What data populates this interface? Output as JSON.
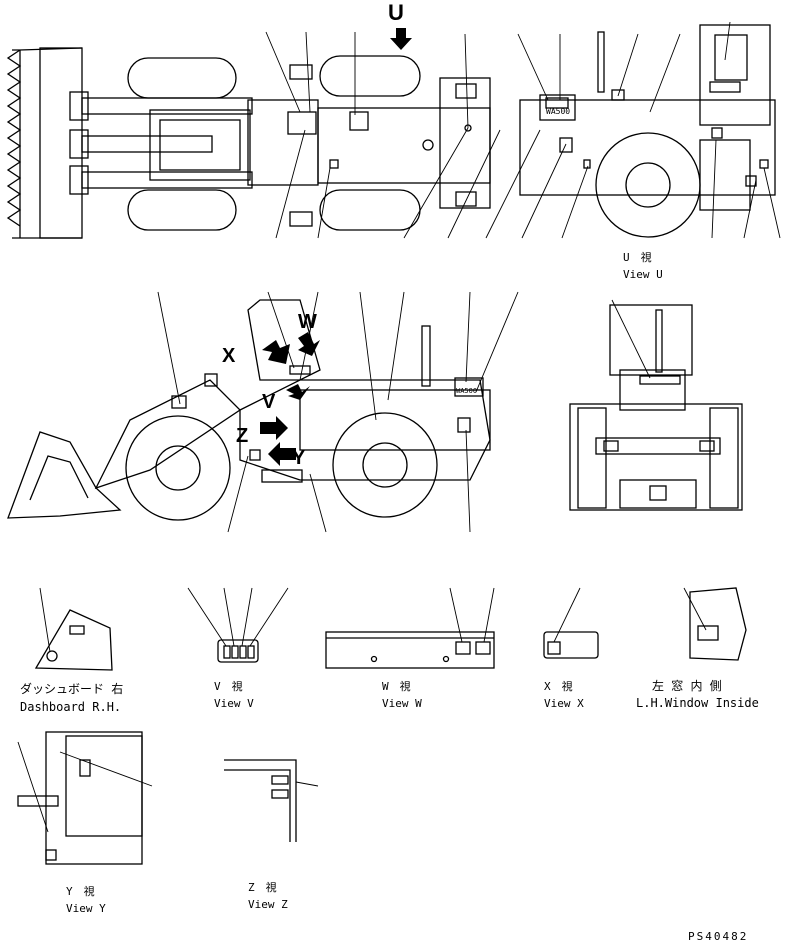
{
  "letters": {
    "u": "U",
    "w": "W",
    "x": "X",
    "v": "V",
    "z": "Z",
    "y": "Y"
  },
  "plates": {
    "model_top": "WA500",
    "model_side": "WA500"
  },
  "captions": {
    "view_u_jp": "U　視",
    "view_u_en": "View U",
    "dash_jp": "ダッシュボード 右",
    "dash_en": "Dashboard R.H.",
    "view_v_jp": "V　視",
    "view_v_en": "View V",
    "view_w_jp": "W　視",
    "view_w_en": "View W",
    "view_x_jp": "X　視",
    "view_x_en": "View X",
    "window_jp": "左 窓 内 側",
    "window_en": "L.H.Window Inside",
    "view_y_jp": "Y　視",
    "view_y_en": "View Y",
    "view_z_jp": "Z　視",
    "view_z_en": "View Z"
  },
  "drawing_number": "PS40482"
}
